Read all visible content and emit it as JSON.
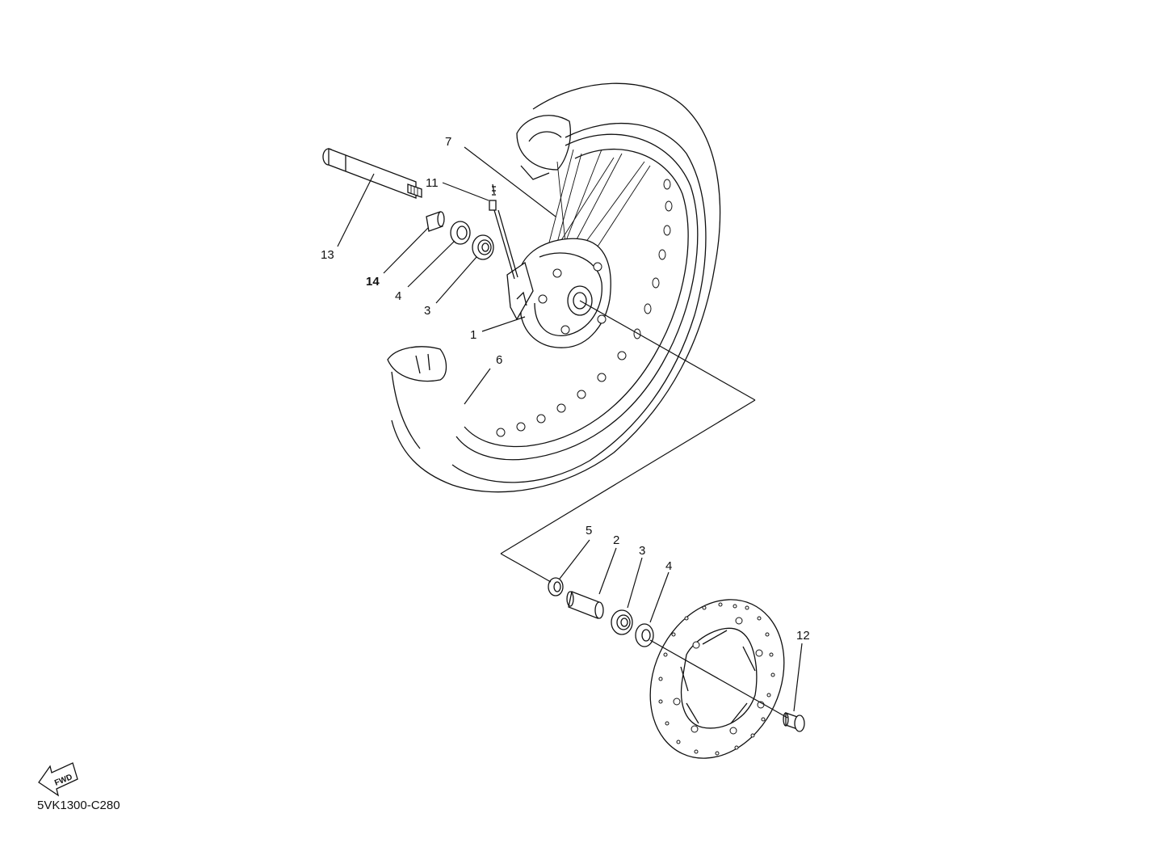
{
  "diagram": {
    "labels": {
      "p1": "1",
      "p2": "2",
      "p3a": "3",
      "p3b": "3",
      "p4a": "4",
      "p4b": "4",
      "p5": "5",
      "p6": "6",
      "p7": "7",
      "p11": "11",
      "p12": "12",
      "p13": "13",
      "p14": "14"
    },
    "fwd_badge": "FWD",
    "drawing_code": "5VK1300-C280"
  }
}
